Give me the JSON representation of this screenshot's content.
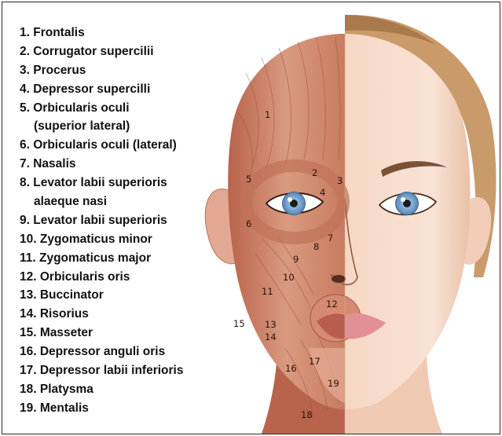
{
  "legend": [
    "1.  Frontalis",
    "2.  Corrugator supercilii",
    "3.  Procerus",
    "4.  Depressor supercilli",
    "5.  Orbicularis oculi",
    "(superior lateral)",
    "6.  Orbicularis oculi (lateral)",
    "7.  Nasalis",
    "8.  Levator labii superioris",
    "alaeque nasi",
    "9.  Levator labii superioris",
    "10. Zygomaticus minor",
    "11. Zygomaticus major",
    "12. Orbicularis oris",
    "13. Buccinator",
    "14. Risorius",
    "15. Masseter",
    "16. Depressor anguli oris",
    "17. Depressor labii inferioris",
    "18. Platysma",
    "19. Mentalis"
  ],
  "muscle_labels": [
    "1",
    "2",
    "3",
    "4",
    "5",
    "6",
    "7",
    "8",
    "9",
    "10",
    "11",
    "12",
    "13",
    "14",
    "15",
    "16",
    "17",
    "18",
    "19"
  ],
  "colors": {
    "muscle_dark": "#9c4a35",
    "muscle": "#d08a70",
    "muscle_light": "#ecb49a",
    "skin": "#f7dccb",
    "skin_shadow": "#e8bea6",
    "hair": "#c79a6c",
    "iris": "#6d9bc8",
    "lips": "#e08e95",
    "label": "#2a1208"
  }
}
